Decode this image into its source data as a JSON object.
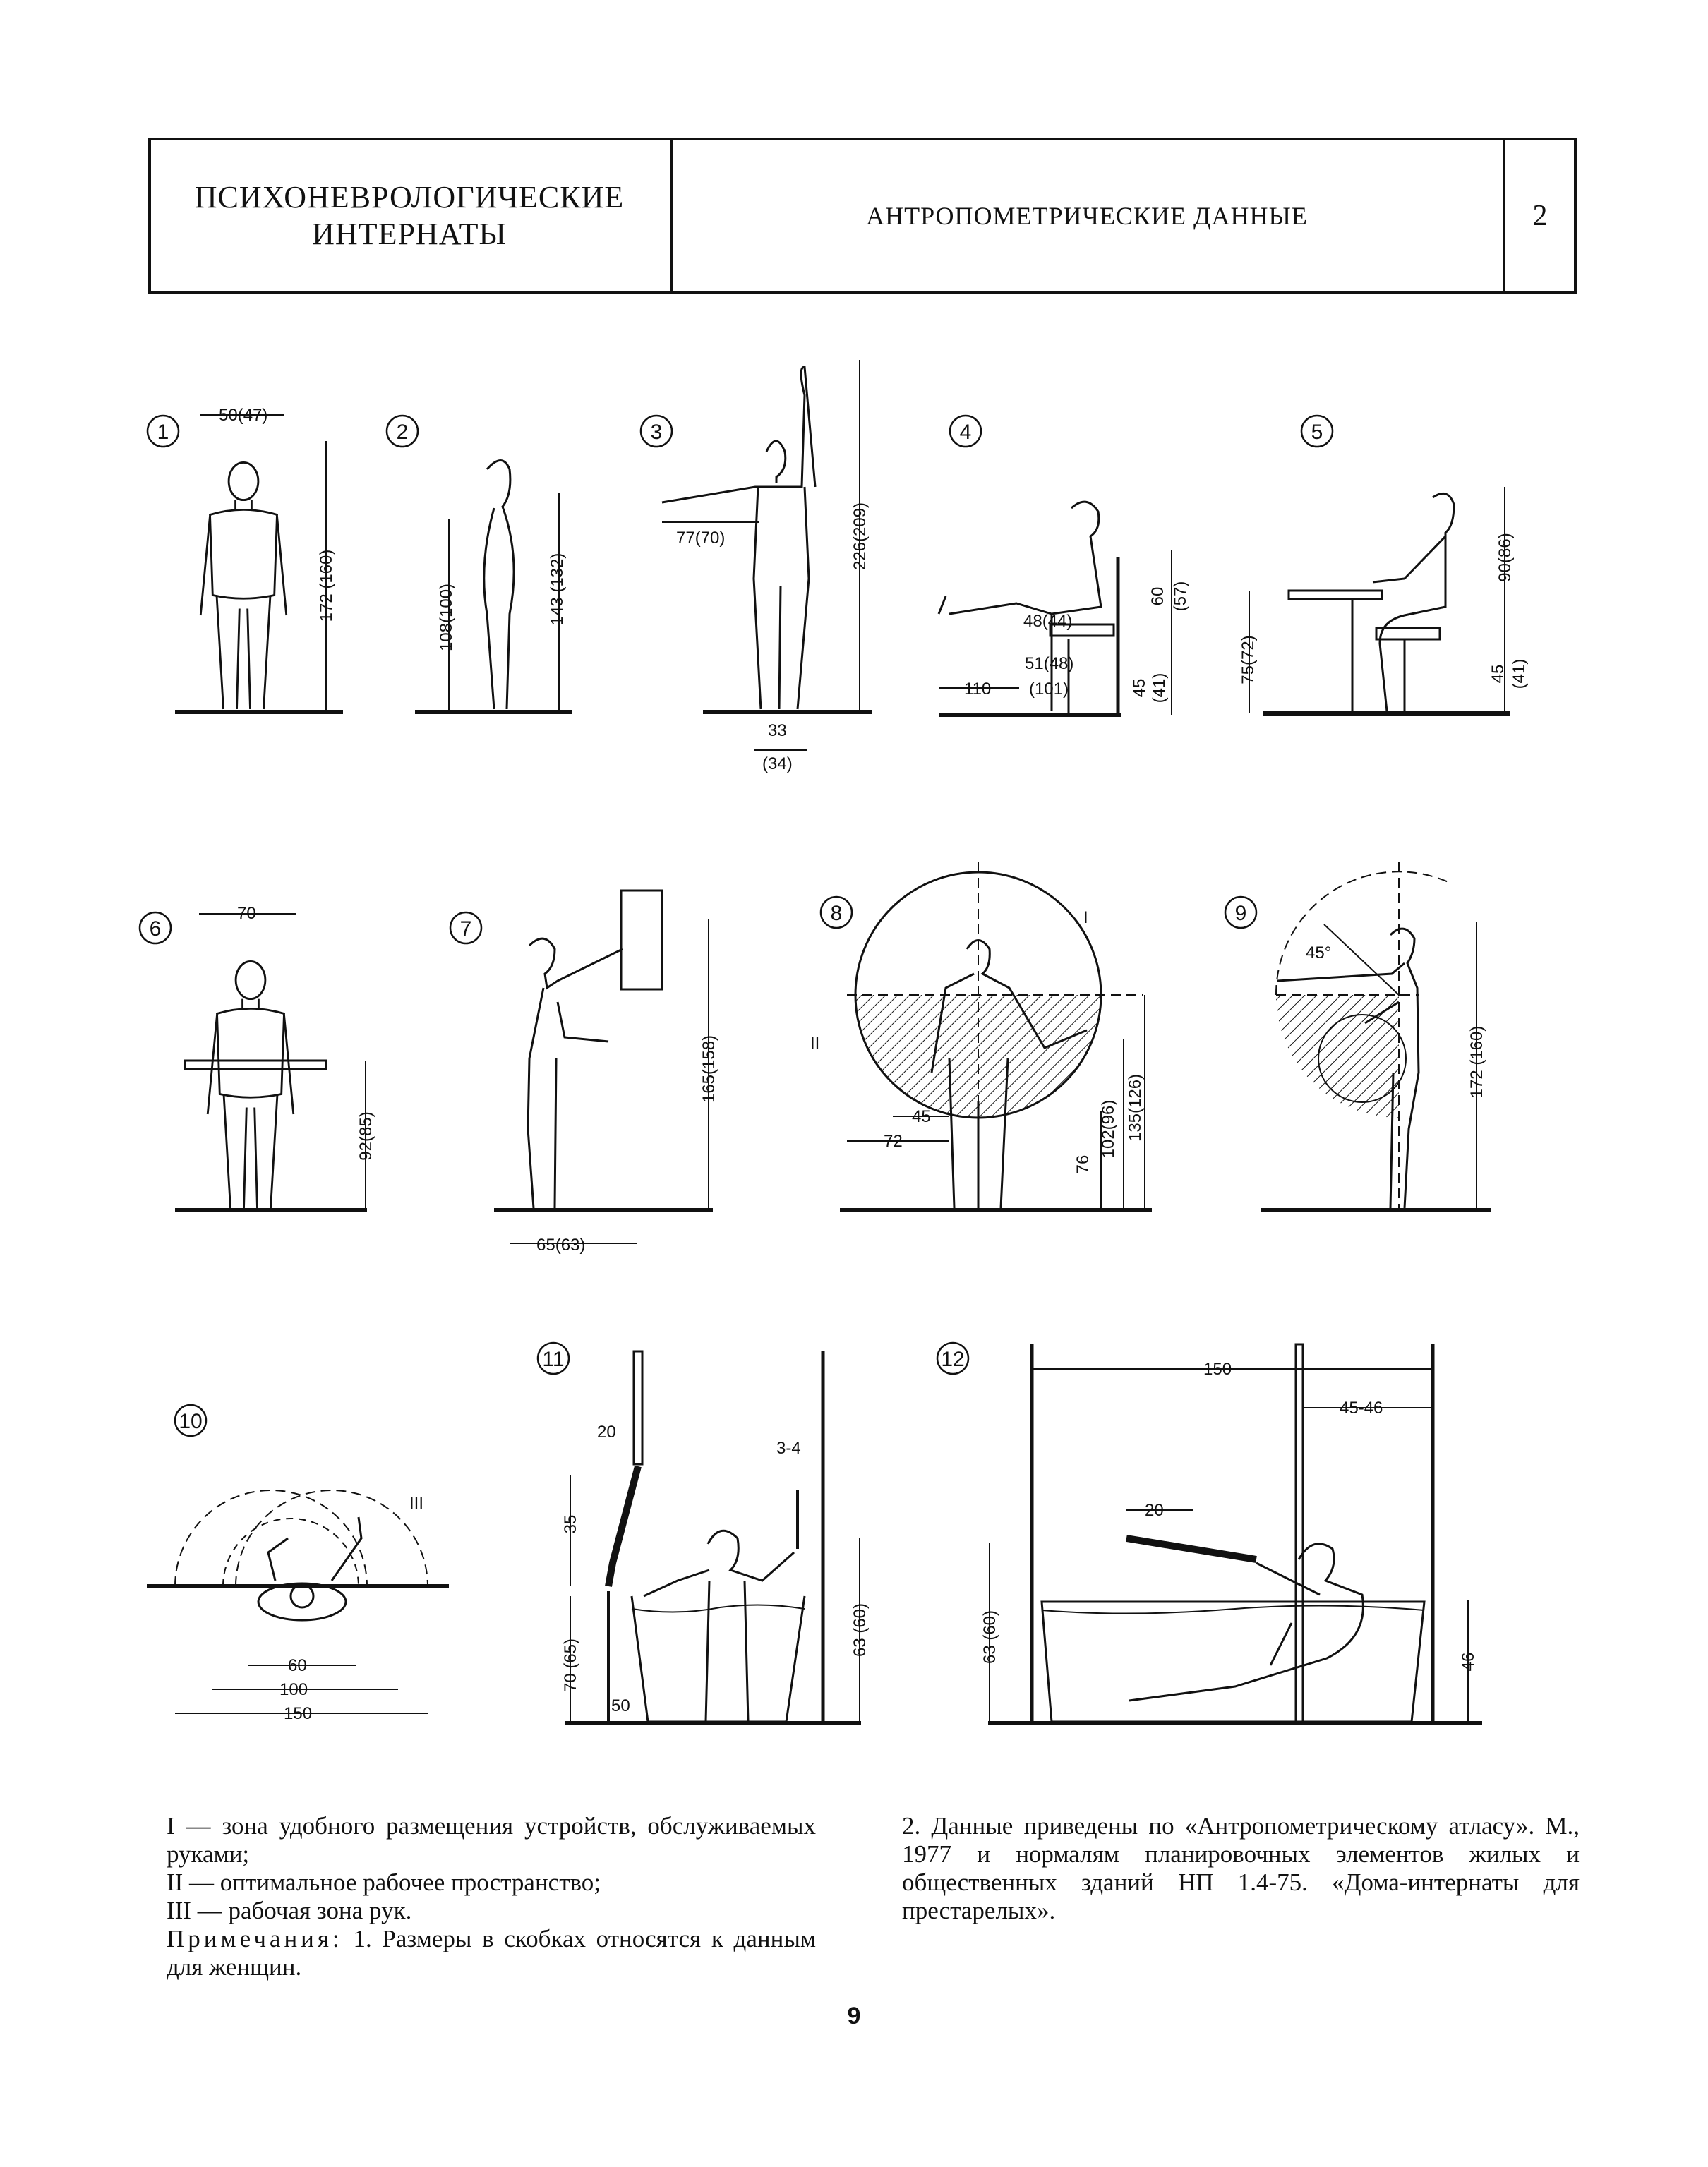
{
  "header": {
    "section_title_line1": "ПСИХОНЕВРОЛОГИЧЕСКИЕ",
    "section_title_line2": "ИНТЕРНАТЫ",
    "topic": "АНТРОПОМЕТРИЧЕСКИЕ ДАННЫЕ",
    "sheet_number": "2"
  },
  "figures": {
    "f1": {
      "badge": "1",
      "width": "50(47)",
      "height": "172 (160)"
    },
    "f2": {
      "badge": "2",
      "h1": "108(100)",
      "h2": "143 (132)"
    },
    "f3": {
      "badge": "3",
      "reach": "77(70)",
      "height": "226(209)",
      "foot1": "33",
      "foot2": "(34)"
    },
    "f4": {
      "badge": "4",
      "d1": "48(44)",
      "d2": "51(48)",
      "d3": "(101)",
      "d4": "110",
      "h1": "60",
      "h2": "(57)",
      "h3": "45",
      "h4": "(41)"
    },
    "f5": {
      "badge": "5",
      "h1": "75(72)",
      "h2": "90(86)",
      "h3": "45",
      "h4": "(41)"
    },
    "f6": {
      "badge": "6",
      "width": "70",
      "height": "92(85)"
    },
    "f7": {
      "badge": "7",
      "height": "165(158)",
      "reach": "65(63)"
    },
    "f8": {
      "badge": "8",
      "zone1": "I",
      "zone2": "II",
      "d1": "45",
      "d2": "72",
      "h1": "76",
      "h2": "102(96)",
      "h3": "135(126)"
    },
    "f9": {
      "badge": "9",
      "angle": "45°",
      "height": "172 (160)"
    },
    "f10": {
      "badge": "10",
      "zone3": "III",
      "d1": "60",
      "d2": "100",
      "d3": "150"
    },
    "f11": {
      "badge": "11",
      "d1": "20",
      "d2": "3-4",
      "h1": "35",
      "h2": "70 (65)",
      "h3": "63 (60)",
      "d3": "50"
    },
    "f12": {
      "badge": "12",
      "width": "150",
      "d1": "45-46",
      "d2": "20",
      "h1": "63 (60)",
      "h2": "46"
    }
  },
  "legend": {
    "item1": "I — зона удобного размещения устройств, обслуживаемых руками;",
    "item2": "II — оптимальное рабочее пространство;",
    "item3": "III — рабочая зона рук.",
    "notes_label": "Примечания:",
    "note1": " 1. Размеры в скобках относятся к данным для женщин.",
    "note2": "2. Данные приведены по «Антропометрическому атласу». М., 1977 и нормалям планировочных элементов жилых и общественных зданий НП 1.4-75. «Дома-интернаты для престарелых»."
  },
  "page_number": "9"
}
